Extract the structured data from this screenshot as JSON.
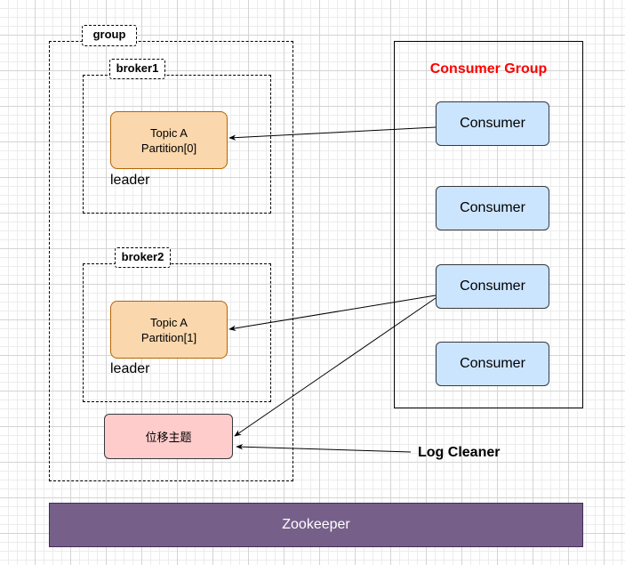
{
  "group": {
    "label": "group"
  },
  "broker1": {
    "label": "broker1",
    "partition": {
      "line1": "Topic A",
      "line2": "Partition[0]"
    },
    "role": "leader"
  },
  "broker2": {
    "label": "broker2",
    "partition": {
      "line1": "Topic A",
      "line2": "Partition[1]"
    },
    "role": "leader"
  },
  "offset_topic": {
    "label": "位移主题"
  },
  "consumer_group": {
    "title": "Consumer Group",
    "title_color": "#ff0000",
    "consumers": [
      "Consumer",
      "Consumer",
      "Consumer",
      "Consumer"
    ]
  },
  "log_cleaner": {
    "label": "Log Cleaner"
  },
  "zookeeper": {
    "label": "Zookeeper",
    "color": "#76608a"
  }
}
